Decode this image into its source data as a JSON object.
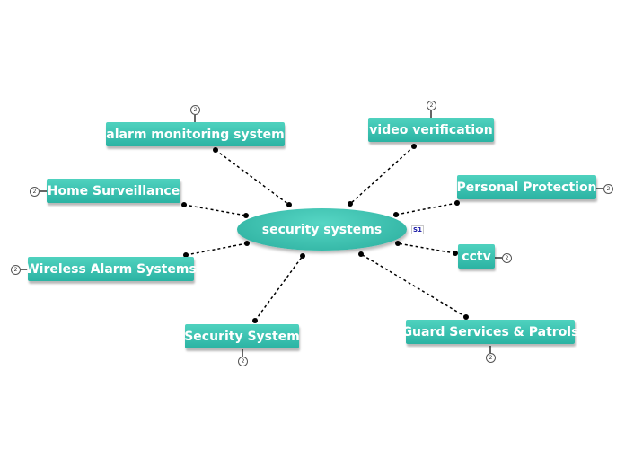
{
  "central": {
    "label": "security systems",
    "badge": "S1"
  },
  "topics": [
    {
      "label": "alarm monitoring system",
      "count": "2"
    },
    {
      "label": "video verification",
      "count": "2"
    },
    {
      "label": "Home Surveillance",
      "count": "2"
    },
    {
      "label": "Personal Protection",
      "count": "2"
    },
    {
      "label": "Wireless Alarm Systems",
      "count": "2"
    },
    {
      "label": "cctv",
      "count": "2"
    },
    {
      "label": "Security System",
      "count": "2"
    },
    {
      "label": "Guard Services & Patrols",
      "count": "2"
    }
  ],
  "colors": {
    "node": "#35bfae",
    "connector": "#000000",
    "badge_text": "#1a1aa6"
  }
}
